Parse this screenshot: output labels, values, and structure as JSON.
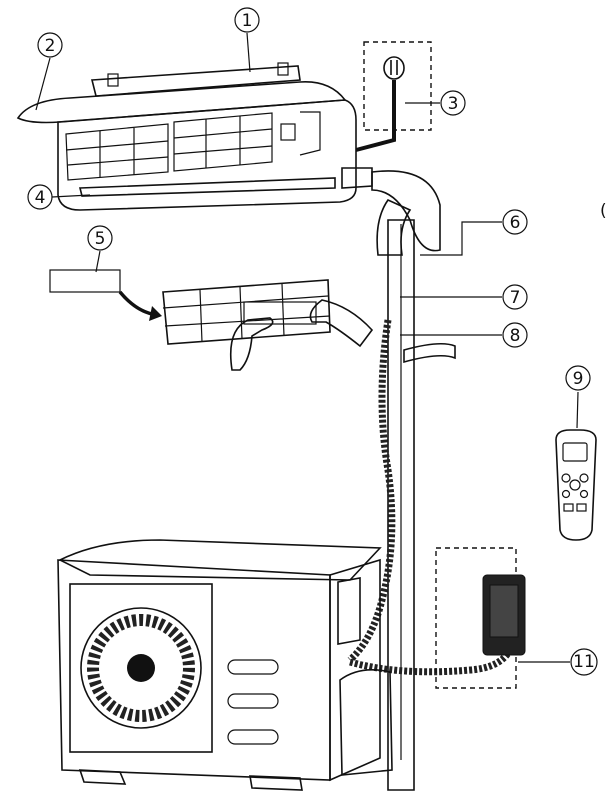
{
  "callouts": [
    {
      "id": "indoor-unit-mounting-plate",
      "label": "1"
    },
    {
      "id": "indoor-unit",
      "label": "2"
    },
    {
      "id": "power-plug",
      "label": "3"
    },
    {
      "id": "air-outlet-louver",
      "label": "4"
    },
    {
      "id": "air-filter",
      "label": "5"
    },
    {
      "id": "drain-connection",
      "label": "6"
    },
    {
      "id": "connecting-pipe",
      "label": "7"
    },
    {
      "id": "pipe-wrap-tape",
      "label": "8"
    },
    {
      "id": "remote-control",
      "label": "9"
    },
    {
      "id": "partial-mark",
      "label": "("
    },
    {
      "id": "wired-controller",
      "label": "11"
    }
  ],
  "colors": {
    "line": "#111111",
    "fill": "#ffffff",
    "mesh": "#8a8a8a"
  }
}
